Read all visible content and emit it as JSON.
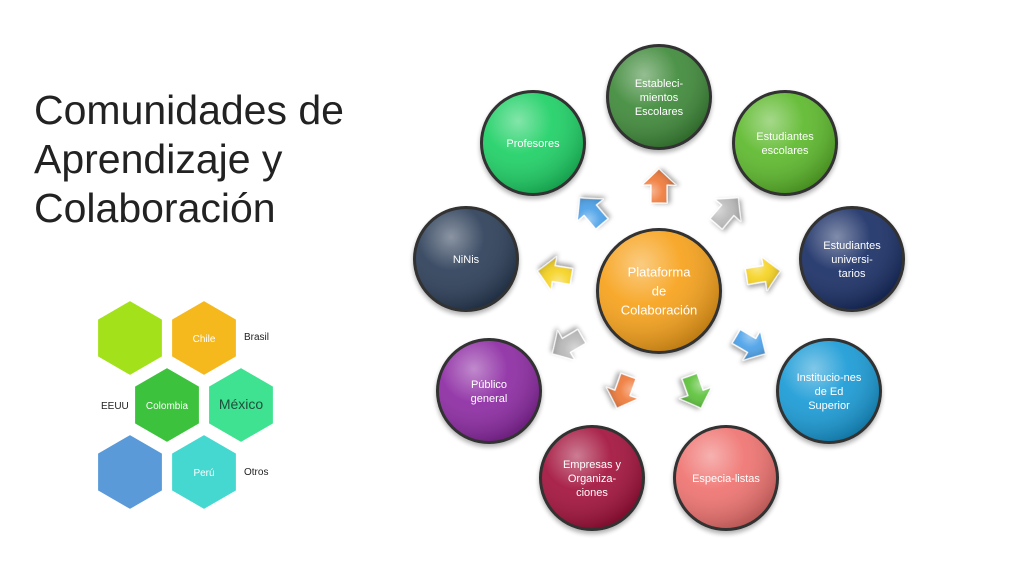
{
  "title": {
    "lines": [
      "Comunidades de",
      "Aprendizaje y",
      "Colaboración"
    ]
  },
  "hexagons": {
    "items": [
      {
        "label": "",
        "color": "#a3e21a"
      },
      {
        "label": "Chile",
        "color": "#f5b81d"
      },
      {
        "label": "Colombia",
        "color": "#3cc23c"
      },
      {
        "label": "México",
        "color": "#3ee290"
      },
      {
        "label": "",
        "color": "#5a9ad8"
      },
      {
        "label": "Perú",
        "color": "#45d8d0"
      }
    ],
    "side_labels": {
      "brasil": "Brasil",
      "eeuu": "EEUU",
      "otros": "Otros"
    }
  },
  "diagram": {
    "center": {
      "lines": [
        "Plataforma",
        "de",
        "Colaboración"
      ],
      "color": "#f7a21b"
    },
    "nodes": [
      {
        "id": "establecimientos",
        "lines": [
          "Estableci-",
          "mientos",
          "Escolares"
        ],
        "color": "#3f8a3a"
      },
      {
        "id": "estudiantes-escolares",
        "lines": [
          "Estudiantes",
          "escolares"
        ],
        "color": "#5db92c"
      },
      {
        "id": "estudiantes-universitarios",
        "lines": [
          "Estudiantes",
          "universi-",
          "tarios"
        ],
        "color": "#1a2f66"
      },
      {
        "id": "instituciones",
        "lines": [
          "Institucio-nes",
          "de Ed",
          "Superior"
        ],
        "color": "#1a9bd6"
      },
      {
        "id": "especialistas",
        "lines": [
          "Especia-listas"
        ],
        "color": "#ef7370"
      },
      {
        "id": "empresas",
        "lines": [
          "Empresas y",
          "Organiza-",
          "ciones"
        ],
        "color": "#a3123c"
      },
      {
        "id": "publico",
        "lines": [
          "Público",
          "general"
        ],
        "color": "#8d2aa3"
      },
      {
        "id": "ninis",
        "lines": [
          "NiNis"
        ],
        "color": "#2c3e58"
      },
      {
        "id": "profesores",
        "lines": [
          "Profesores"
        ],
        "color": "#1ed065"
      }
    ],
    "arrows": [
      {
        "target": "establecimientos",
        "color": "#f07a3a"
      },
      {
        "target": "estudiantes-escolares",
        "color": "#b8b8b8"
      },
      {
        "target": "estudiantes-universitarios",
        "color": "#f5d21f"
      },
      {
        "target": "instituciones",
        "color": "#4aa0e8"
      },
      {
        "target": "especialistas",
        "color": "#5cc23a"
      },
      {
        "target": "empresas",
        "color": "#f07a3a"
      },
      {
        "target": "publico",
        "color": "#b8b8b8"
      },
      {
        "target": "ninis",
        "color": "#f5d21f"
      },
      {
        "target": "profesores",
        "color": "#4aa0e8"
      }
    ]
  }
}
